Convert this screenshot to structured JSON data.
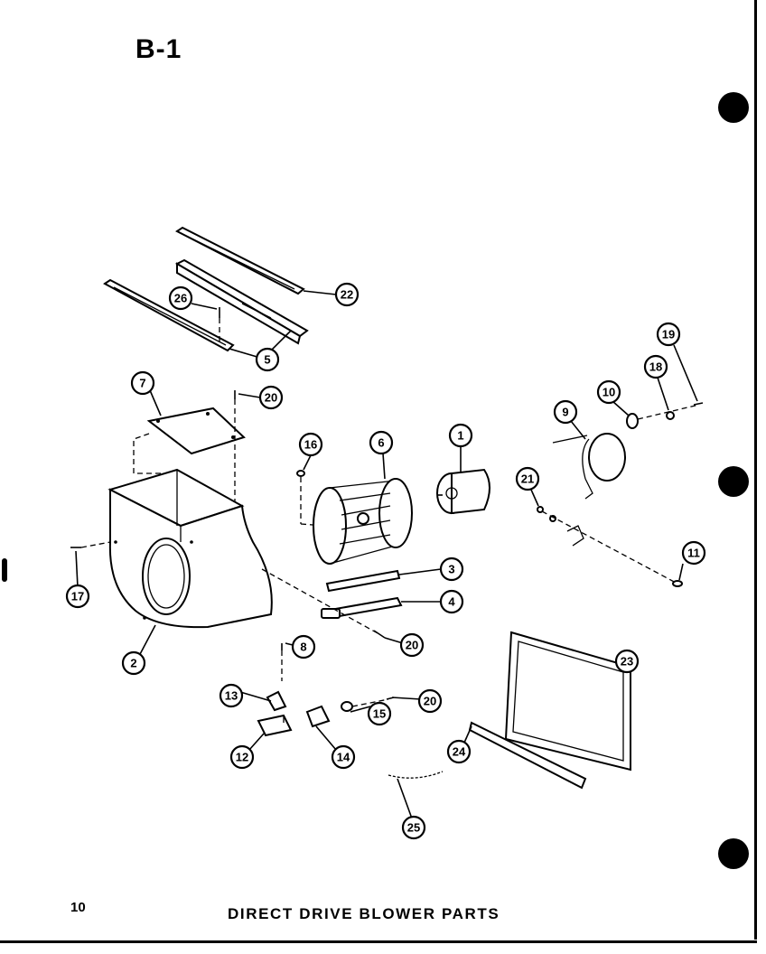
{
  "page_label": "B-1",
  "page_number": "10",
  "caption": "DIRECT DRIVE BLOWER PARTS",
  "callouts": [
    "1",
    "2",
    "3",
    "4",
    "5",
    "6",
    "7",
    "8",
    "9",
    "10",
    "11",
    "12",
    "13",
    "14",
    "15",
    "16",
    "17",
    "18",
    "19",
    "20",
    "20",
    "20",
    "20",
    "21",
    "22",
    "23",
    "24",
    "25",
    "26"
  ]
}
